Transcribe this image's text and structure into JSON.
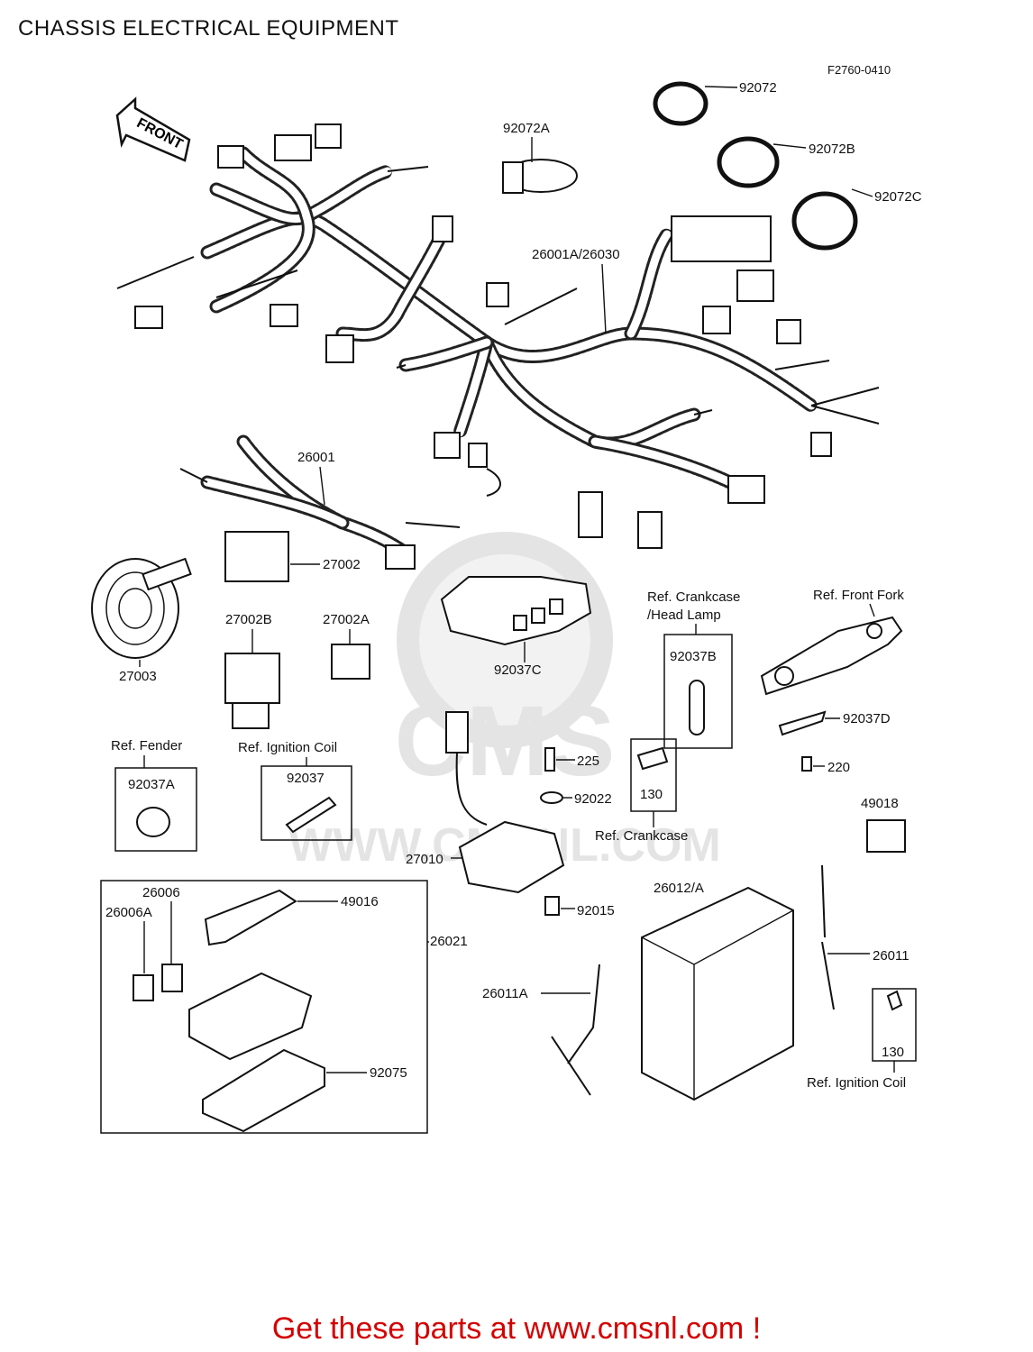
{
  "header": {
    "title": "CHASSIS ELECTRICAL EQUIPMENT"
  },
  "diagram": {
    "figure_code": "F2760-0410",
    "front_arrow": "FRONT",
    "watermark_url": "WWW.CMSNL.COM",
    "part_labels": {
      "p92072": "92072",
      "p92072A": "92072A",
      "p92072B": "92072B",
      "p92072C": "92072C",
      "p26001A_26030": "26001A/26030",
      "p26001": "26001",
      "p27002": "27002",
      "p27003": "27003",
      "p27002B": "27002B",
      "p27002A": "27002A",
      "p92037C": "92037C",
      "ref_crankcase_head_lamp_1": "Ref. Crankcase",
      "ref_crankcase_head_lamp_2": "/Head Lamp",
      "ref_front_fork": "Ref. Front Fork",
      "p92037B": "92037B",
      "p92037D": "92037D",
      "ref_fender": "Ref. Fender",
      "ref_ignition_coil_top": "Ref. Ignition Coil",
      "p92037A": "92037A",
      "p92037": "92037",
      "p225": "225",
      "p130_top": "130",
      "p220": "220",
      "p92022": "92022",
      "ref_crankcase": "Ref. Crankcase",
      "p49018": "49018",
      "p27010": "27010",
      "p26006": "26006",
      "p26006A": "26006A",
      "p49016": "49016",
      "p26012A": "26012/A",
      "p92015": "92015",
      "p26021": "26021",
      "p26011": "26011",
      "p26011A": "26011A",
      "p130_bottom": "130",
      "ref_ignition_coil_bottom": "Ref. Ignition Coil",
      "p92075": "92075"
    }
  },
  "footer": {
    "promo": "Get these parts at www.cmsnl.com !"
  },
  "colors": {
    "promo": "#d40000",
    "line": "#111111",
    "watermark": "#e4e4e4"
  }
}
